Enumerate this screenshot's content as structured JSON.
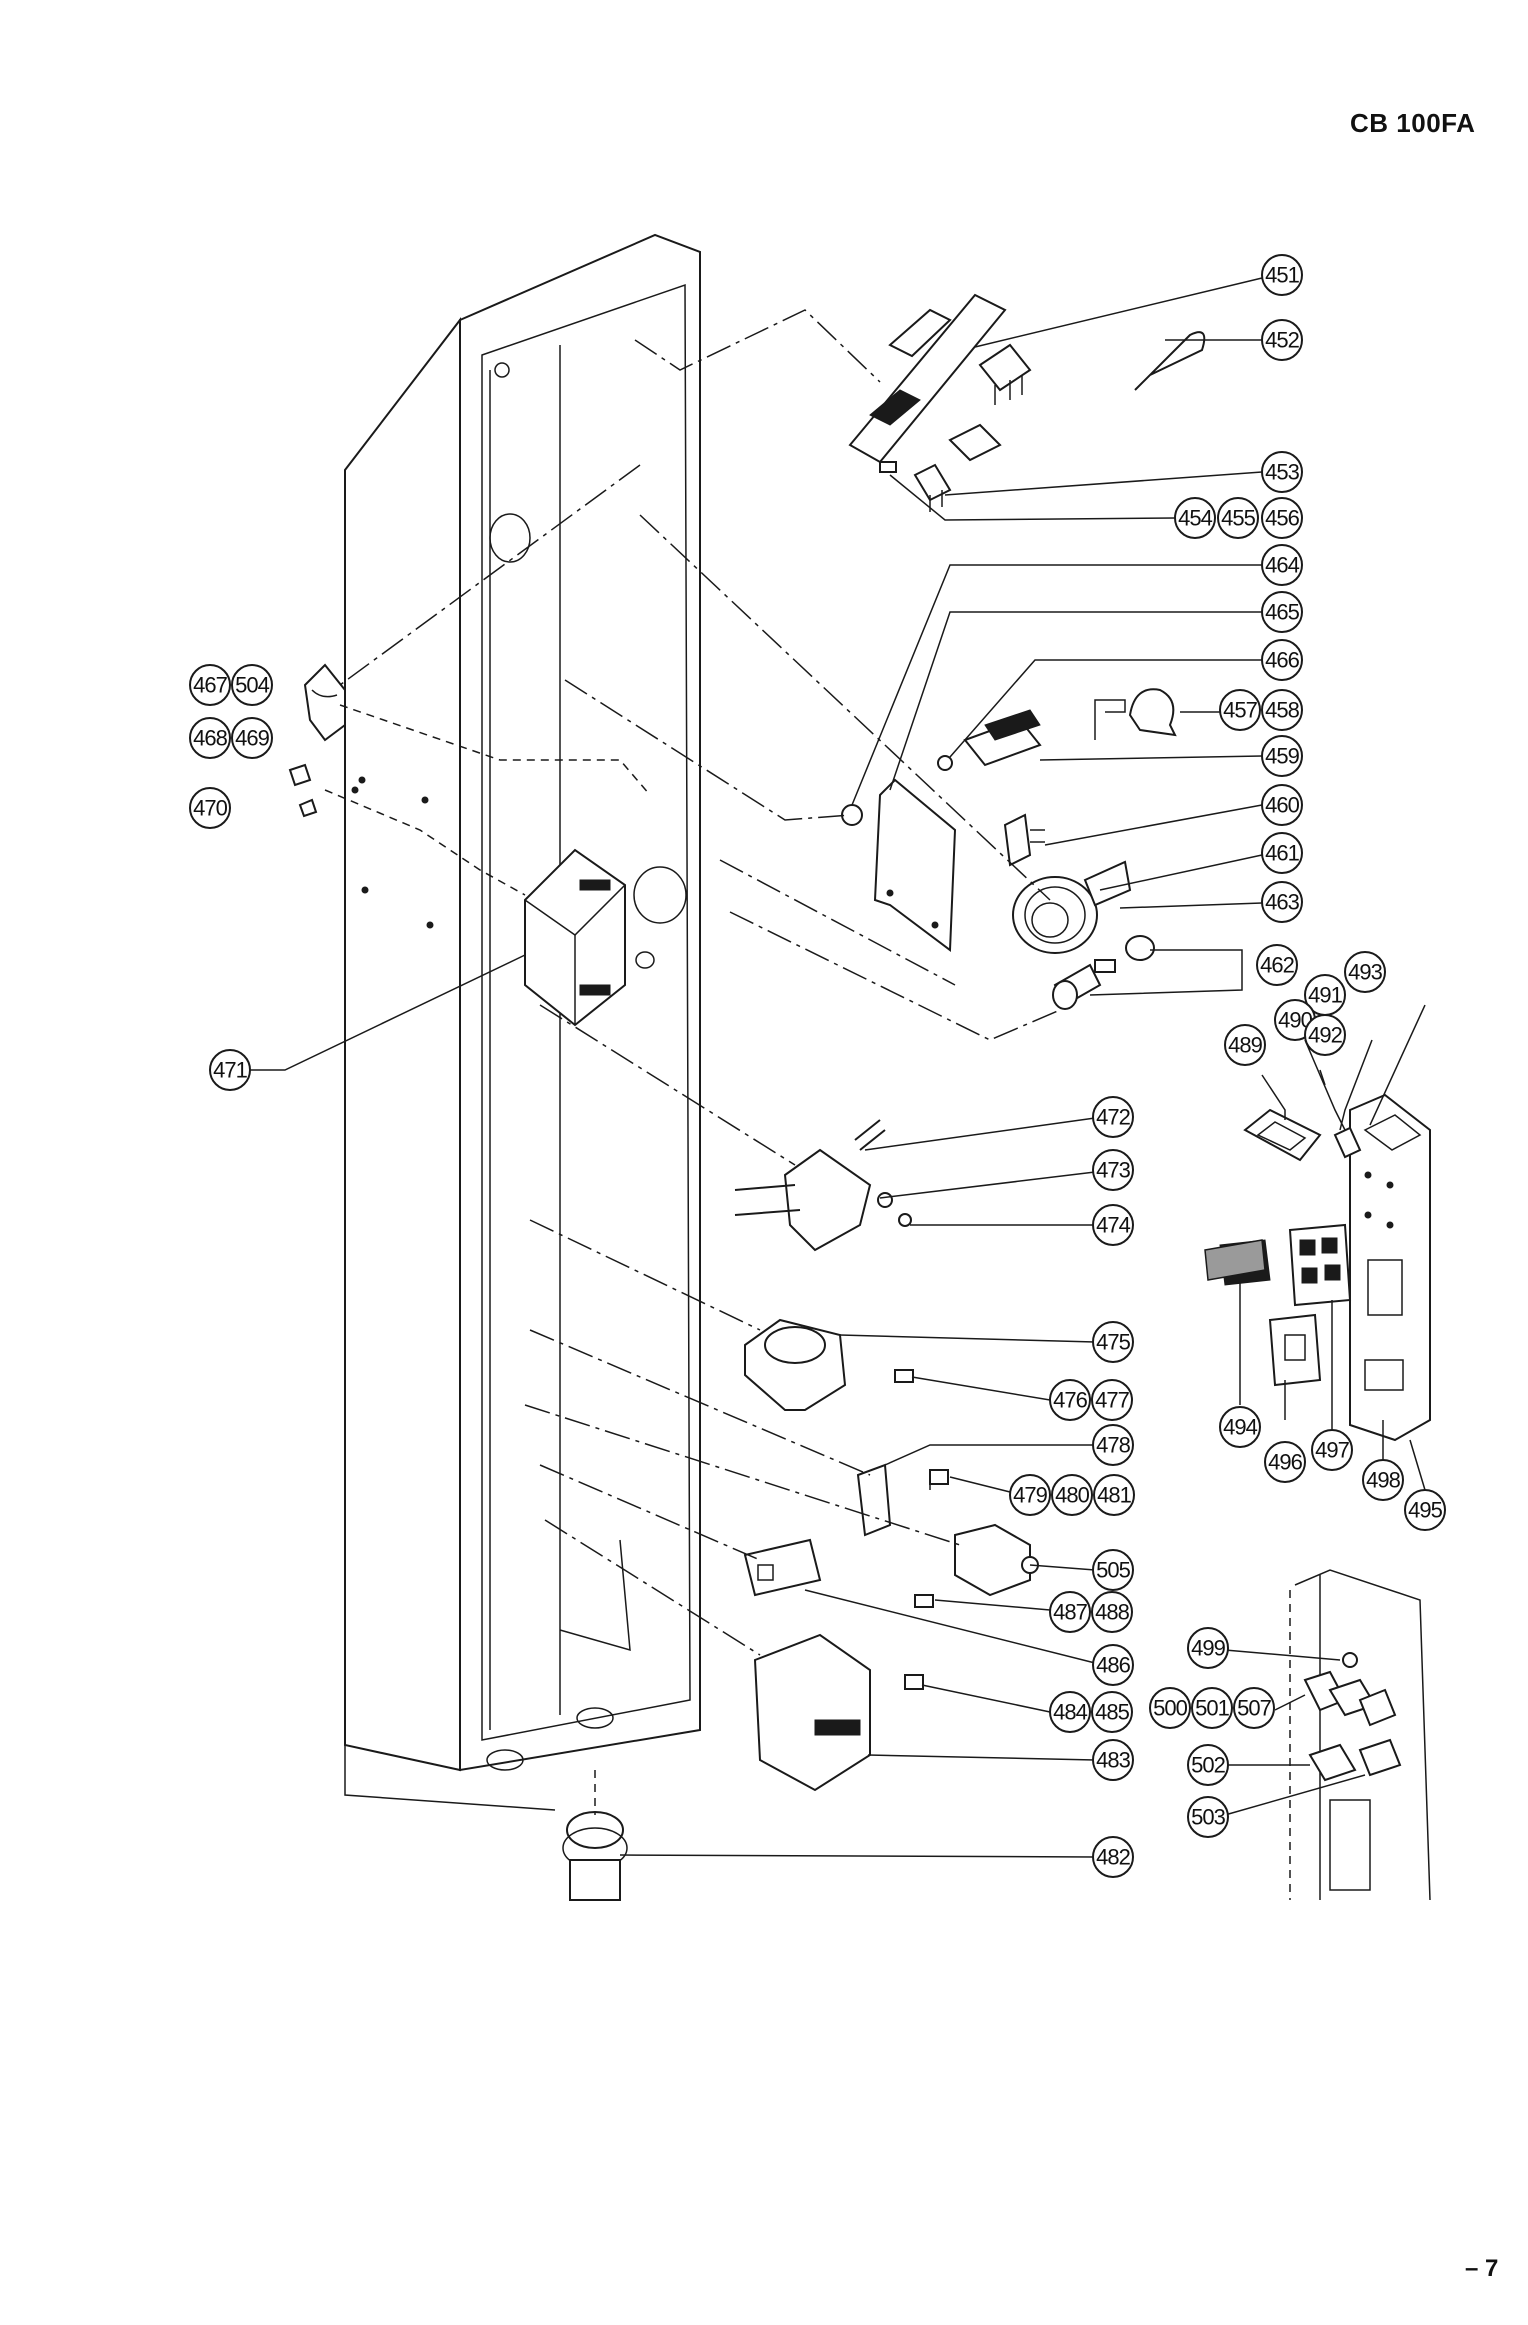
{
  "header": {
    "model": "CB 100FA"
  },
  "footer": {
    "page": "– 7"
  },
  "callouts": {
    "c451": "451",
    "c452": "452",
    "c453": "453",
    "c454": "454",
    "c455": "455",
    "c456": "456",
    "c464": "464",
    "c465": "465",
    "c466": "466",
    "c457": "457",
    "c458": "458",
    "c459": "459",
    "c460": "460",
    "c461": "461",
    "c463": "463",
    "c462": "462",
    "c491": "491",
    "c493": "493",
    "c490": "490",
    "c492": "492",
    "c489": "489",
    "c467": "467",
    "c504": "504",
    "c468": "468",
    "c469": "469",
    "c470": "470",
    "c471": "471",
    "c472": "472",
    "c473": "473",
    "c474": "474",
    "c475": "475",
    "c476": "476",
    "c477": "477",
    "c478": "478",
    "c479": "479",
    "c480": "480",
    "c481": "481",
    "c494": "494",
    "c496": "496",
    "c497": "497",
    "c498": "498",
    "c495": "495",
    "c505": "505",
    "c487": "487",
    "c488": "488",
    "c486": "486",
    "c484": "484",
    "c485": "485",
    "c483": "483",
    "c482": "482",
    "c499": "499",
    "c500": "500",
    "c501": "501",
    "c507": "507",
    "c502": "502",
    "c503": "503"
  }
}
